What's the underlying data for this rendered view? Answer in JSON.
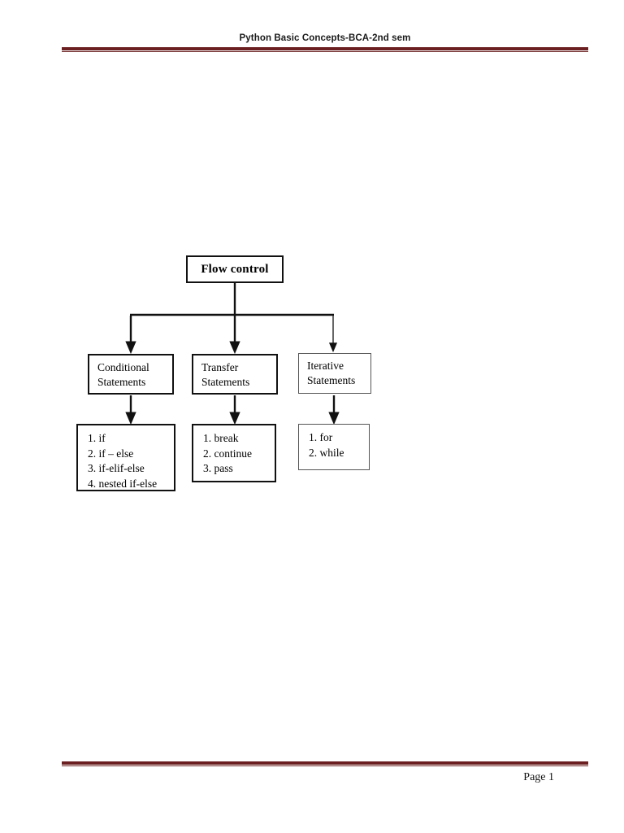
{
  "page": {
    "header_title": "Python Basic Concepts-BCA-2nd sem",
    "footer_page_number": "Page 1",
    "rule_color": "#6b1f20",
    "text_color": "#000000"
  },
  "chart_data": {
    "type": "diagram",
    "title": "Flow control",
    "root": {
      "label": "Flow control"
    },
    "branches": [
      {
        "category": "Conditional\nStatements",
        "items": [
          "1. if",
          "2. if – else",
          "3. if-elif-else",
          "4. nested if-else"
        ]
      },
      {
        "category": "Transfer\nStatements",
        "items": [
          "1. break",
          "2. continue",
          "3. pass"
        ]
      },
      {
        "category": "Iterative\nStatements",
        "items": [
          "1. for",
          "2. while"
        ]
      }
    ]
  }
}
